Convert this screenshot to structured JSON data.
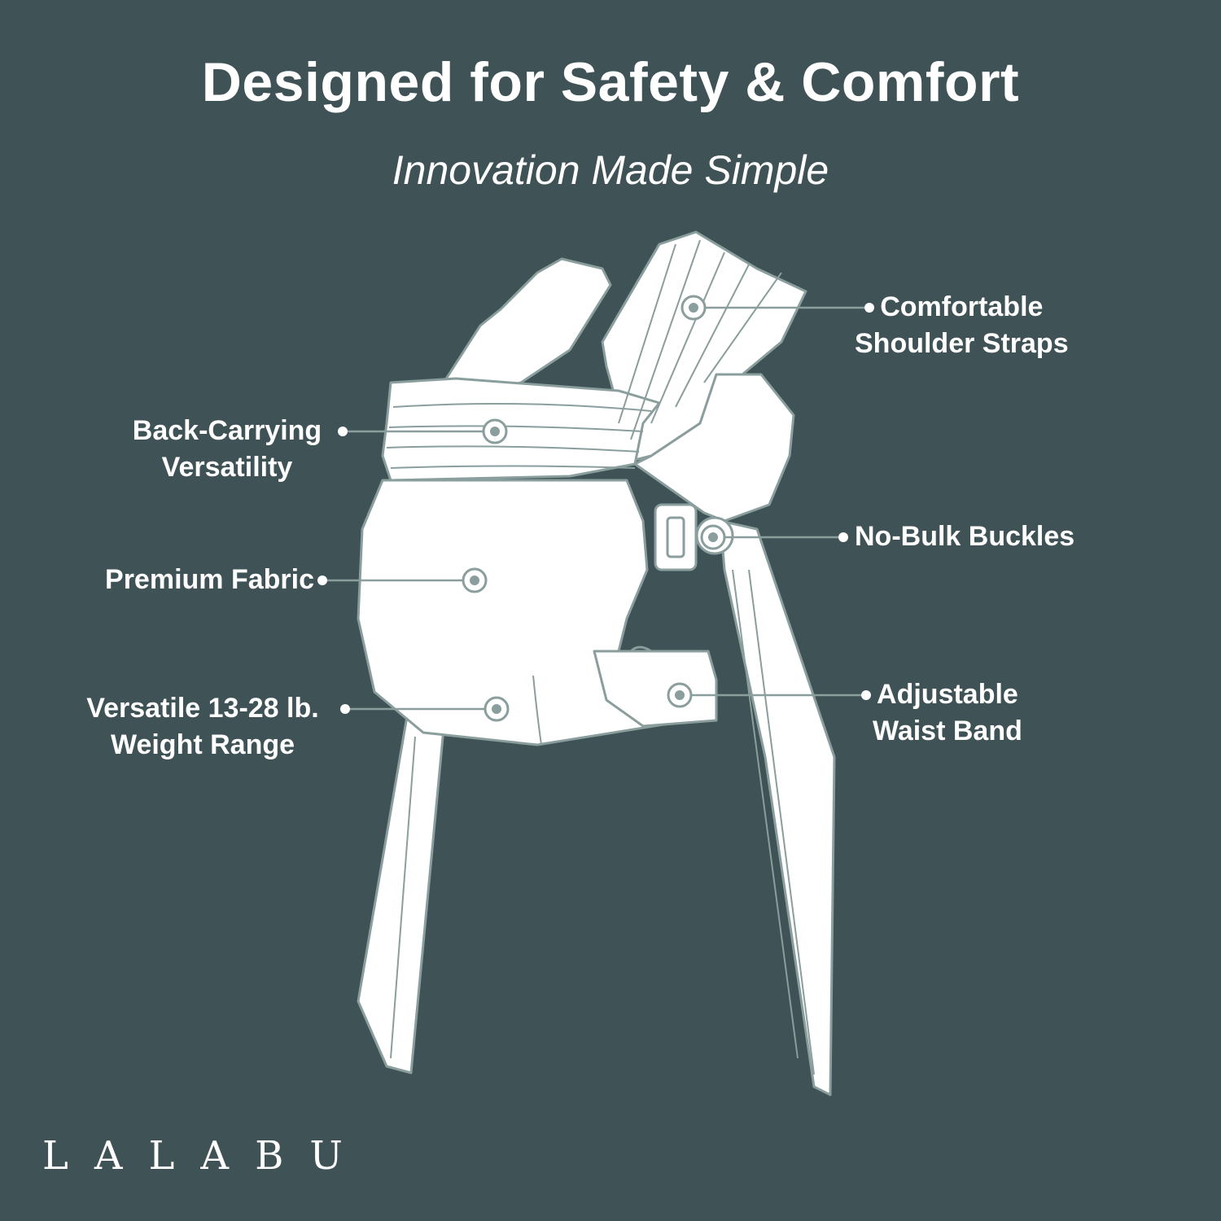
{
  "header": {
    "title": "Designed for Safety & Comfort",
    "subtitle": "Innovation Made Simple"
  },
  "callouts": {
    "shoulder_straps": {
      "line1": "Comfortable",
      "line2": "Shoulder Straps"
    },
    "back_carrying": {
      "line1": "Back-Carrying",
      "line2": "Versatility"
    },
    "buckles": {
      "line1": "No-Bulk Buckles"
    },
    "fabric": {
      "line1": "Premium Fabric"
    },
    "weight_range": {
      "line1": "Versatile 13-28 lb.",
      "line2": "Weight Range"
    },
    "waist_band": {
      "line1": "Adjustable",
      "line2": "Waist Band"
    }
  },
  "brand": {
    "logo_text": "LALABU"
  },
  "colors": {
    "background": "#3f5255",
    "outline": "#8a9e9d",
    "fill": "#ffffff",
    "text": "#ffffff"
  }
}
